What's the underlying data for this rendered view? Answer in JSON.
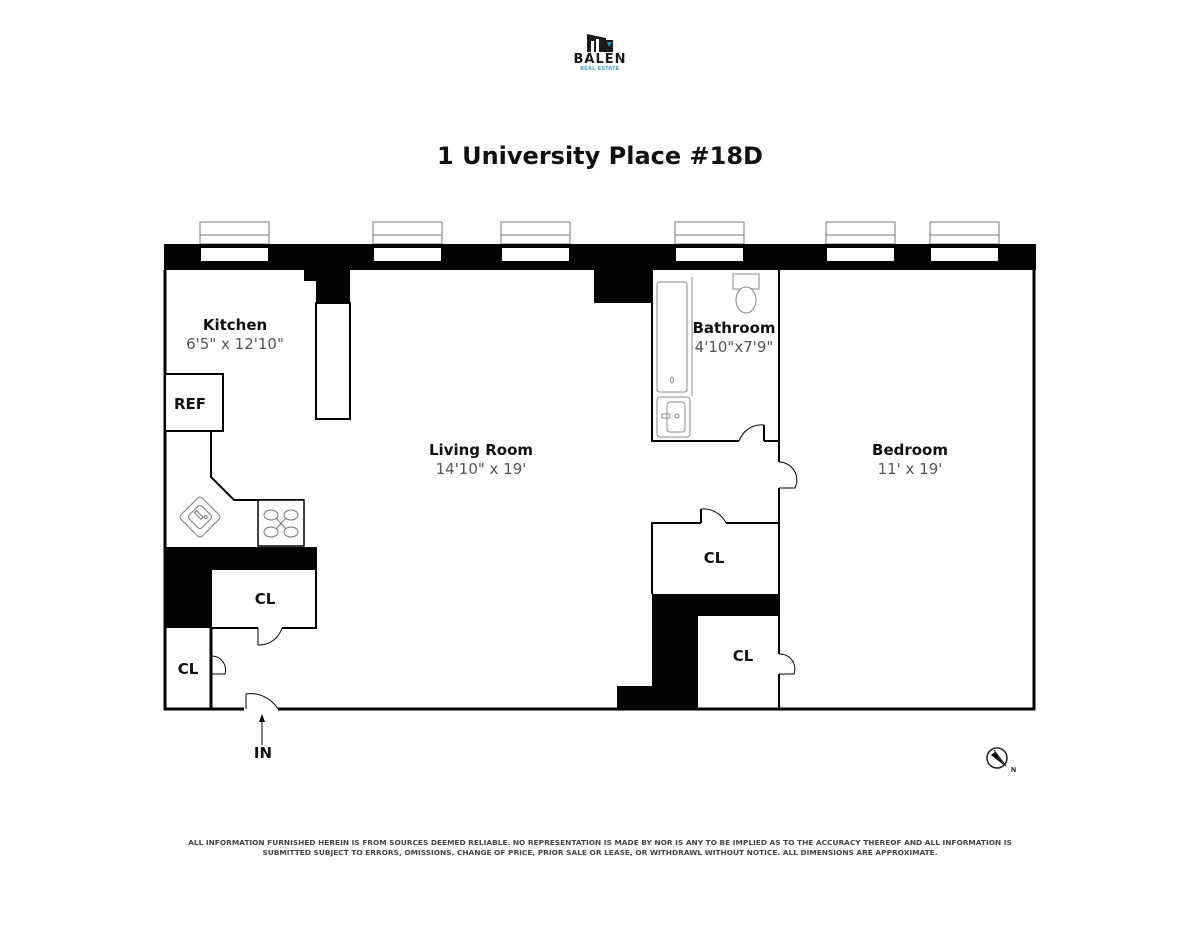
{
  "logo": {
    "brand": "BALEN",
    "subtitle": "REAL ESTATE",
    "accent_color": "#1e90d6"
  },
  "title": "1 University Place #18D",
  "rooms": {
    "kitchen": {
      "name": "Kitchen",
      "dims": "6'5\" x 12'10\""
    },
    "living_room": {
      "name": "Living Room",
      "dims": "14'10\" x 19'"
    },
    "bathroom": {
      "name": "Bathroom",
      "dims": "4'10\"x7'9\""
    },
    "bedroom": {
      "name": "Bedroom",
      "dims": "11' x 19'"
    }
  },
  "tags": {
    "ref": "REF",
    "closet_kitchen": "CL",
    "closet_entry": "CL",
    "closet_hall": "CL",
    "closet_bedroom": "CL",
    "entry": "IN"
  },
  "compass": {
    "label": "N"
  },
  "disclaimer": {
    "line1": "ALL INFORMATION FURNISHED HEREIN IS FROM SOURCES DEEMED RELIABLE. NO REPRESENTATION IS  MADE BY NOR IS ANY TO BE IMPLIED AS TO THE ACCURACY THEREOF AND ALL INFORMATION IS",
    "line2": "SUBMITTED SUBJECT TO ERRORS, OMISSIONS, CHANGE OF PRICE, PRIOR SALE OR LEASE, OR WITHDRAWL WITHOUT NOTICE. ALL DIMENSIONS ARE APPROXIMATE."
  }
}
